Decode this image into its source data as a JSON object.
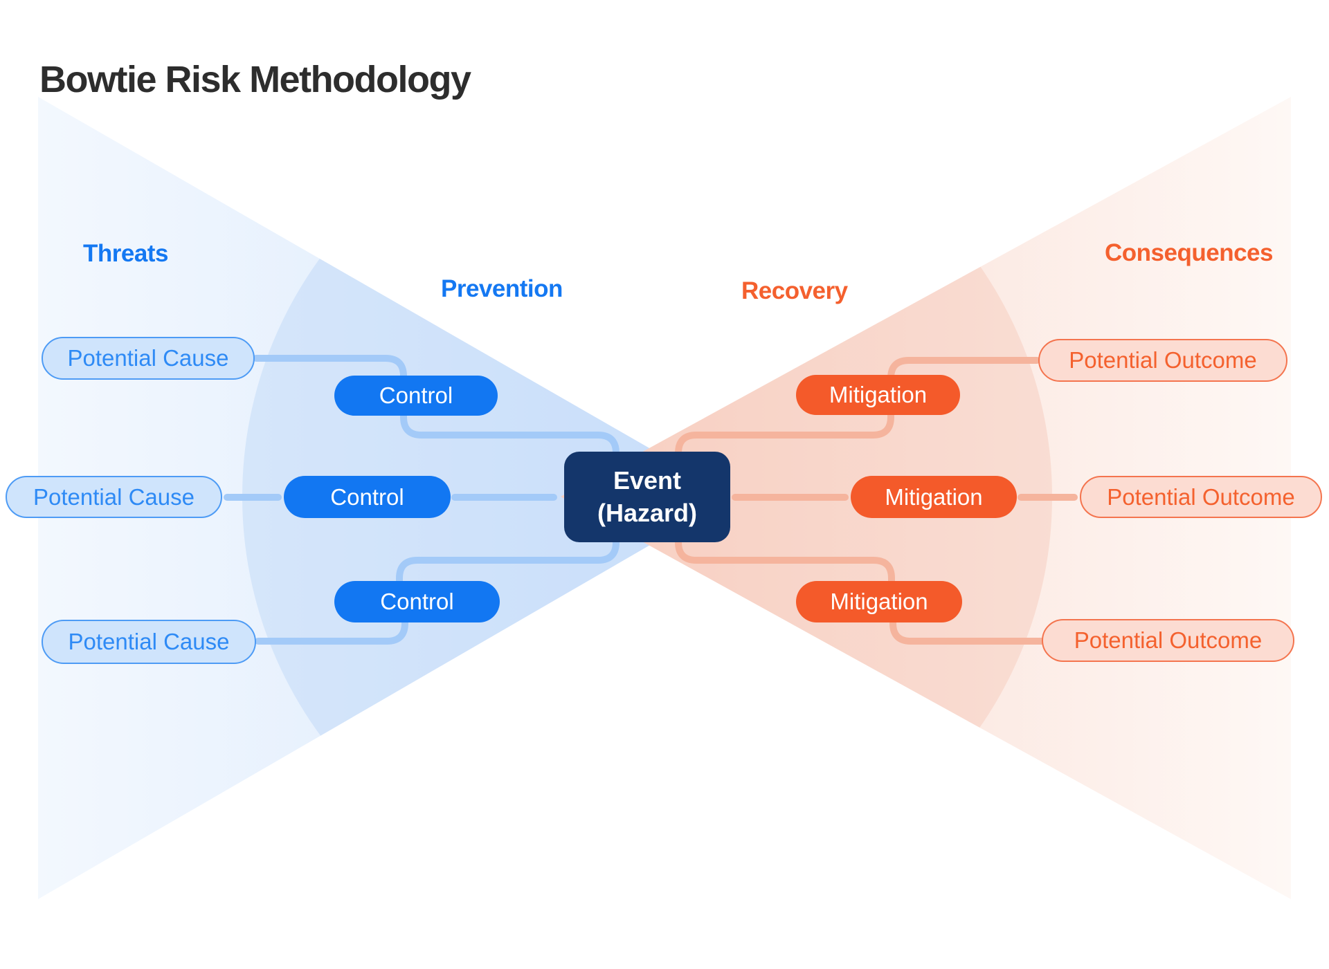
{
  "title": "Bowtie Risk Methodology",
  "sections": {
    "threats": "Threats",
    "prevention": "Prevention",
    "recovery": "Recovery",
    "consequences": "Consequences"
  },
  "event": {
    "line1": "Event",
    "line2": "(Hazard)"
  },
  "causes": [
    "Potential Cause",
    "Potential Cause",
    "Potential Cause"
  ],
  "controls": [
    "Control",
    "Control",
    "Control"
  ],
  "mitigations": [
    "Mitigation",
    "Mitigation",
    "Mitigation"
  ],
  "outcomes": [
    "Potential Outcome",
    "Potential Outcome",
    "Potential Outcome"
  ],
  "colors": {
    "accent_blue": "#1478F2",
    "accent_orange": "#F4602E",
    "title_color": "#2D2D2D",
    "event_navy": "#14366B",
    "control_fill": "#1277F2",
    "mitigation_fill": "#F45A2A",
    "cause_fill": "#CFE4FC",
    "cause_border": "#4D9BF5",
    "cause_text": "#2E8AF5",
    "outcome_fill": "#FCDCD2",
    "outcome_border": "#F4744E",
    "outcome_text": "#F4612E",
    "connector_blue": "#A3CAF8",
    "connector_orange": "#F5B49D",
    "bg_blue_outer": "#F3F8FE",
    "bg_blue_inner": "#D7E7FC",
    "bg_blue_circle": "#A9CCF7",
    "bg_pink_outer": "#FEF8F5",
    "bg_pink_inner": "#FAD9CE",
    "bg_pink_circle": "#F3B7A1"
  }
}
